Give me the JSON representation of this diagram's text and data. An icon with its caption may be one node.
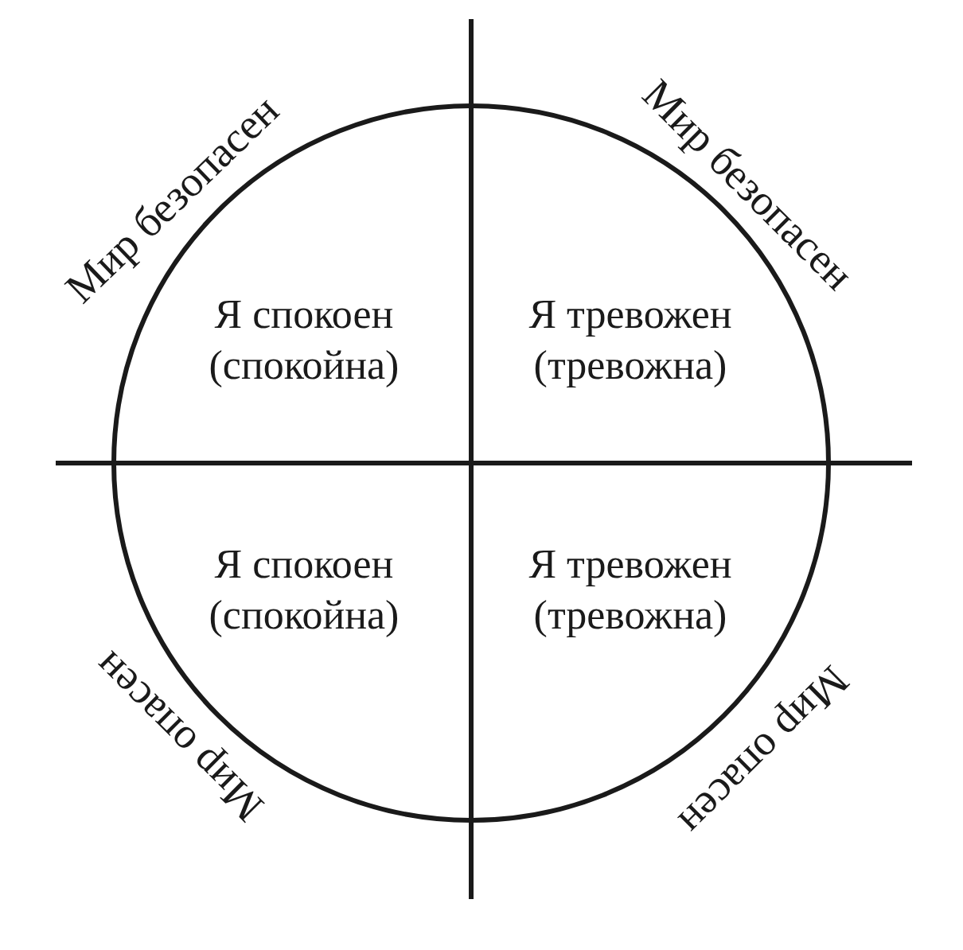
{
  "diagram": {
    "nodes": [
      {
        "text": [],
        "shape": "circle"
      },
      {
        "text": [
          "Я спокоен (спокойна)"
        ],
        "in": 0,
        "beside": [
          "Мир безопасен"
        ]
      },
      {
        "text": [
          "Я тревожен (тревожна)"
        ],
        "in": 0,
        "beside": [
          "Мир безопасен"
        ]
      },
      {
        "text": [
          "Я спокоен (спокойна)"
        ],
        "in": 0,
        "beside": [
          "Мир опасен"
        ]
      },
      {
        "text": [
          "Я тревожен (тревожна)"
        ],
        "in": 0,
        "beside": [
          "Мир опасен"
        ]
      }
    ]
  }
}
